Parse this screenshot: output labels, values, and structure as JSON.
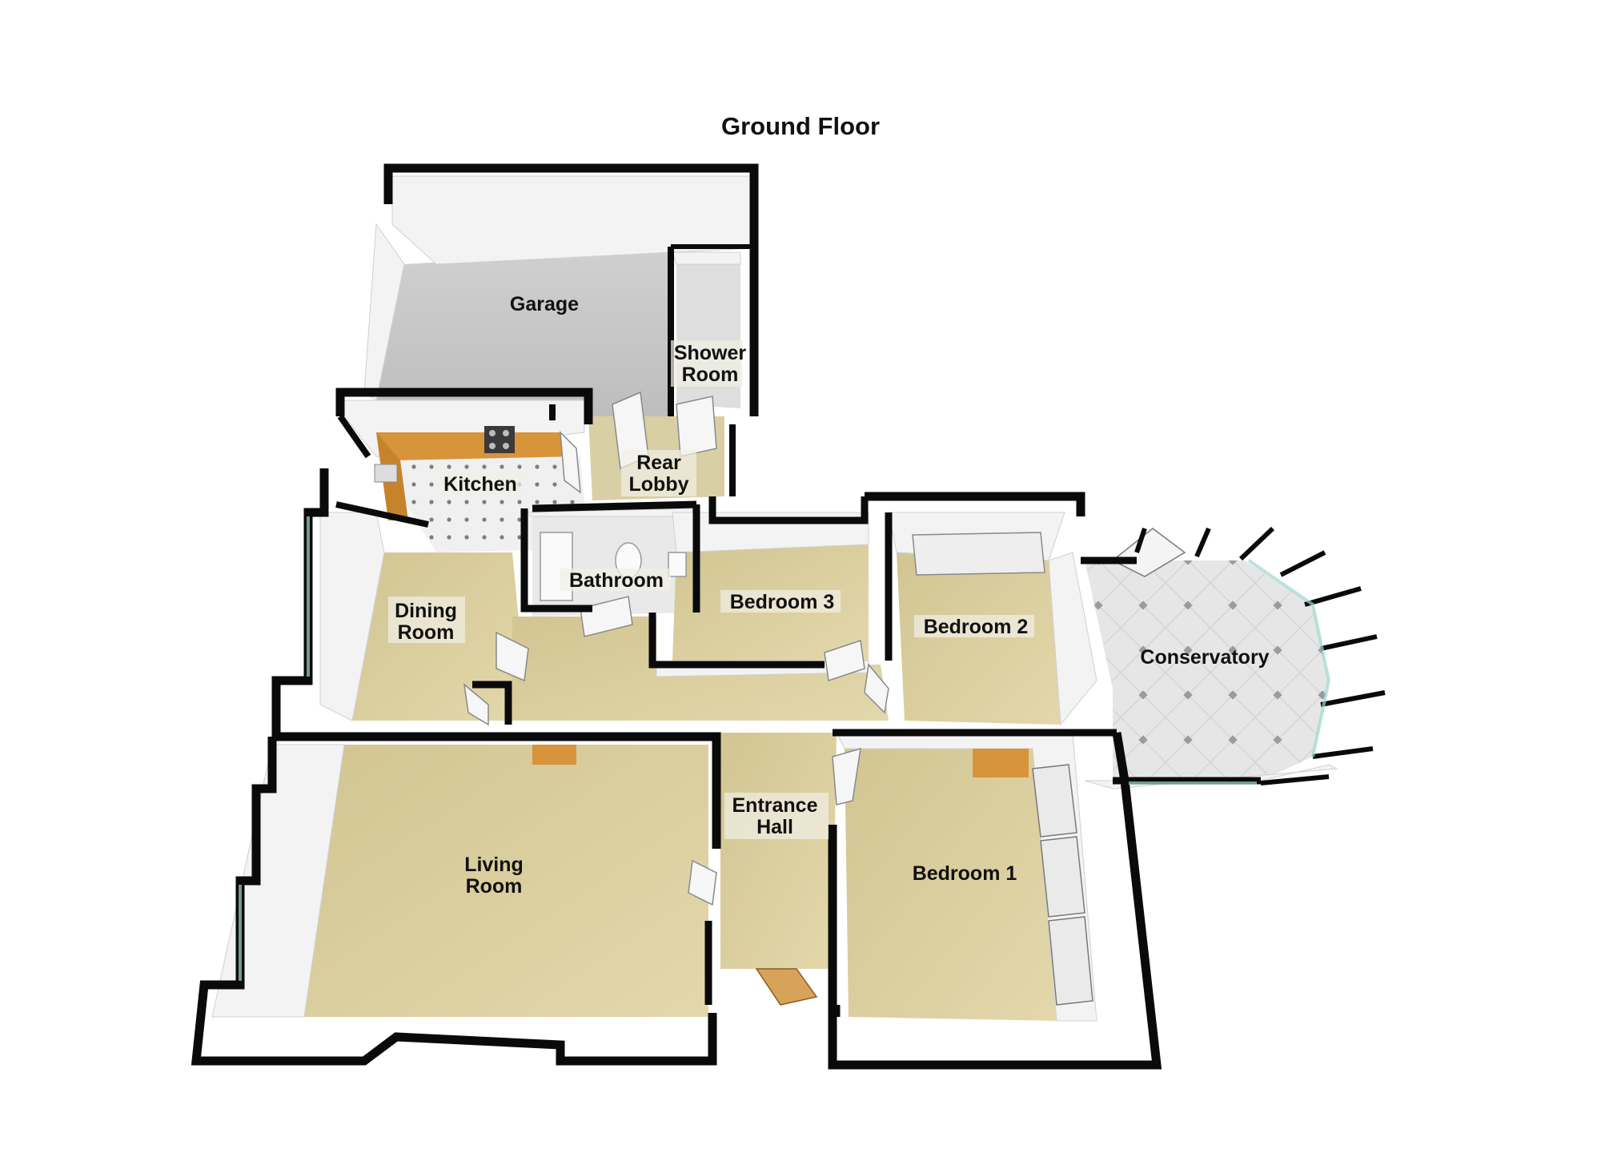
{
  "title": "Ground Floor",
  "rooms": {
    "garage": "Garage",
    "shower_room": [
      "Shower",
      "Room"
    ],
    "kitchen": "Kitchen",
    "rear_lobby": [
      "Rear",
      "Lobby"
    ],
    "bathroom": "Bathroom",
    "dining_room": [
      "Dining",
      "Room"
    ],
    "bedroom_3": "Bedroom 3",
    "bedroom_2": "Bedroom 2",
    "conservatory": "Conservatory",
    "entrance_hall": [
      "Entrance",
      "Hall"
    ],
    "living_room": [
      "Living",
      "Room"
    ],
    "bedroom_1": "Bedroom 1"
  },
  "colors": {
    "wall": "#0a0a0a",
    "carpet": "#d8cc9c",
    "concrete": "#c4c4c4",
    "tile": "#e4e4e4",
    "worktop": "#d8943a",
    "wall_face": "#f2f2f2"
  }
}
